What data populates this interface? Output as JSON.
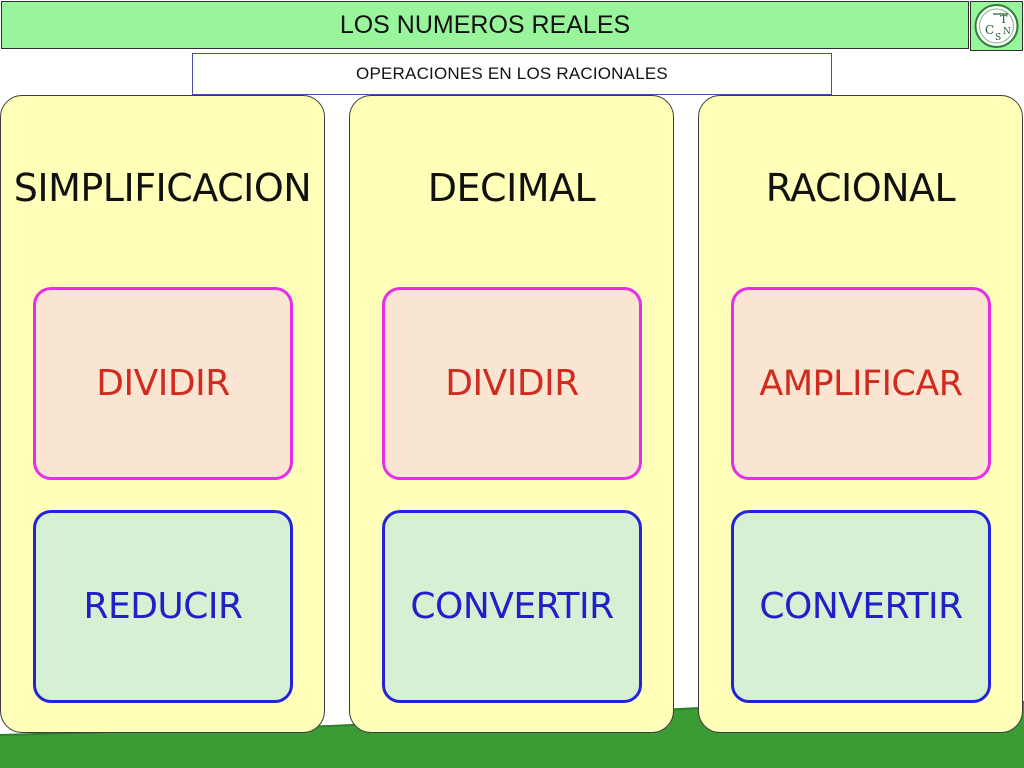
{
  "header": {
    "title": "LOS NUMEROS REALES"
  },
  "subtitle": "OPERACIONES EN LOS RACIONALES",
  "columns": [
    {
      "heading": "SIMPLIFICACION",
      "action": "DIVIDIR",
      "result": "REDUCIR"
    },
    {
      "heading": "DECIMAL",
      "action": "DIVIDIR",
      "result": "CONVERTIR"
    },
    {
      "heading": "RACIONAL",
      "action": "AMPLIFICAR",
      "result": "CONVERTIR"
    }
  ],
  "logo": {
    "letters": [
      "T",
      "C",
      "S",
      "N"
    ]
  },
  "colors": {
    "header_bg": "#99f59b",
    "column_bg": "#ffffb9",
    "action_bg": "#fae4d2",
    "action_border": "#e62ee6",
    "action_text": "#d12a1e",
    "result_bg": "#d5f0d3",
    "result_border": "#2323dc",
    "result_text": "#2020c8",
    "ground": "#3b9b35"
  }
}
